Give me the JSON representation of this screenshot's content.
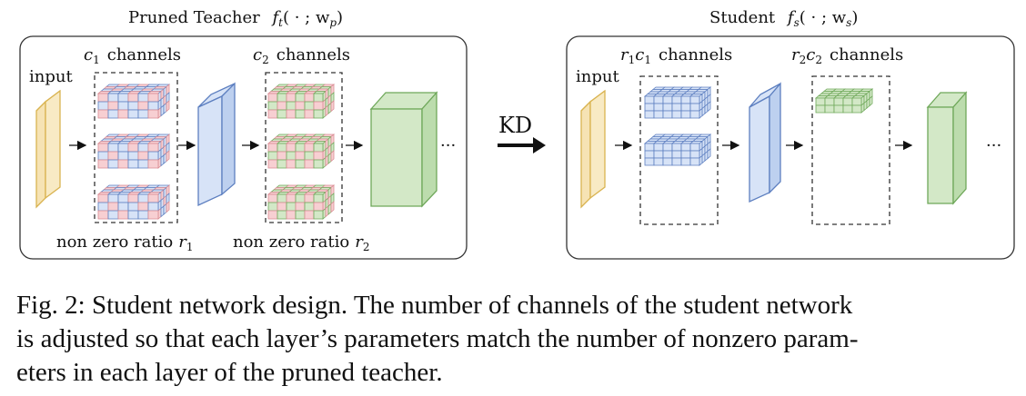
{
  "teacher": {
    "title": "Pruned Teacher",
    "func_f": "f",
    "func_sub": "t",
    "func_args": "( · ; w",
    "func_args_sub": "p",
    "func_close": ")",
    "input_label": "input",
    "group1_prefix": "c",
    "group1_sub": "1",
    "group1_label": "channels",
    "group2_prefix": "c",
    "group2_sub": "2",
    "group2_label": "channels",
    "ratio1_text": "non zero ratio",
    "ratio1_var": "r",
    "ratio1_sub": "1",
    "ratio2_text": "non zero ratio",
    "ratio2_var": "r",
    "ratio2_sub": "2",
    "ellipsis": "···"
  },
  "kd": {
    "label": "KD"
  },
  "student": {
    "title": "Student",
    "func_f": "f",
    "func_sub": "s",
    "func_args": "( · ; w",
    "func_args_sub": "s",
    "func_close": ")",
    "input_label": "input",
    "group1_r": "r",
    "group1_rsub": "1",
    "group1_c": "c",
    "group1_csub": "1",
    "group1_label": "channels",
    "group2_r": "r",
    "group2_rsub": "2",
    "group2_c": "c",
    "group2_csub": "2",
    "group2_label": "channels",
    "ellipsis": "···"
  },
  "caption": {
    "line1": "Fig. 2: Student network design. The number of channels of the student network",
    "line2": "is adjusted so that each layer’s parameters match the number of nonzero param-",
    "line3": "eters in each layer of the pruned teacher."
  },
  "colors": {
    "input_fill": "#f6e3b4",
    "input_stroke": "#d9b350",
    "blue_fill": "#d7e3f7",
    "blue_stroke": "#5d7fc0",
    "green_fill": "#d3e8c7",
    "green_stroke": "#6fa85a",
    "red_fill": "#f7cfd2",
    "red_stroke": "#d98b92"
  }
}
